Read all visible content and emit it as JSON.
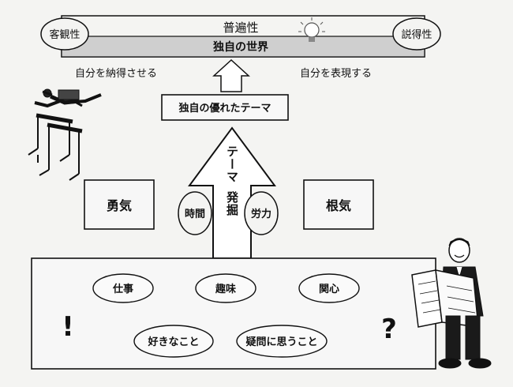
{
  "top": {
    "universality": "普遍性",
    "unique_world": "独自の世界",
    "objectivity": "客観性",
    "persuasiveness": "説得性"
  },
  "captions": {
    "convince_self": "自分を納得させる",
    "express_self": "自分を表現する"
  },
  "theme_box": "独自の優れたテーマ",
  "arrow_label_line1": "テーマ",
  "arrow_label_line2": "発掘",
  "time_label": "時間",
  "effort_label": "労力",
  "courage_label": "勇気",
  "perseverance_label": "根気",
  "sources": {
    "work": "仕事",
    "hobby": "趣味",
    "interest": "関心",
    "likes": "好きなこと",
    "questions": "疑問に思うこと"
  },
  "marks": {
    "exclamation": "!",
    "question": "?"
  },
  "icons": {
    "hurdler": "hurdler-illustration",
    "lightbulb": "lightbulb-icon",
    "reader": "man-reading-newspaper-illustration"
  }
}
